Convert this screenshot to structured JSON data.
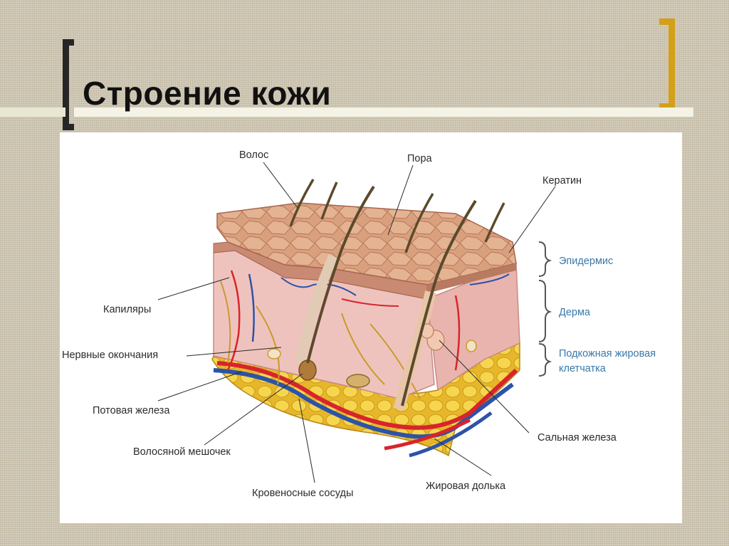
{
  "slide": {
    "title": "Строение кожи",
    "accent_color": "#d4a017",
    "bracket_color": "#262626"
  },
  "labels": {
    "hair": "Волос",
    "pore": "Пора",
    "keratin": "Кератин",
    "capillaries": "Капиляры",
    "nerve_endings": "Нервные окончания",
    "sweat_gland": "Потовая железа",
    "hair_follicle": "Волосяной мешочек",
    "blood_vessels": "Кровеносные сосуды",
    "fat_lobule": "Жировая долька",
    "sebaceous_gland": "Сальная железа"
  },
  "layers": {
    "epidermis": "Эпидермис",
    "dermis": "Дерма",
    "hypodermis_line1": "Подкожная жировая",
    "hypodermis_line2": "клетчатка"
  },
  "colors": {
    "layer_label": "#3a78a8",
    "epidermis": "#d9a48a",
    "dermis": "#efc2bd",
    "fat": "#f0cc3a",
    "artery": "#d8242c",
    "vein": "#2c53a8",
    "nerve": "#c99a2e"
  }
}
